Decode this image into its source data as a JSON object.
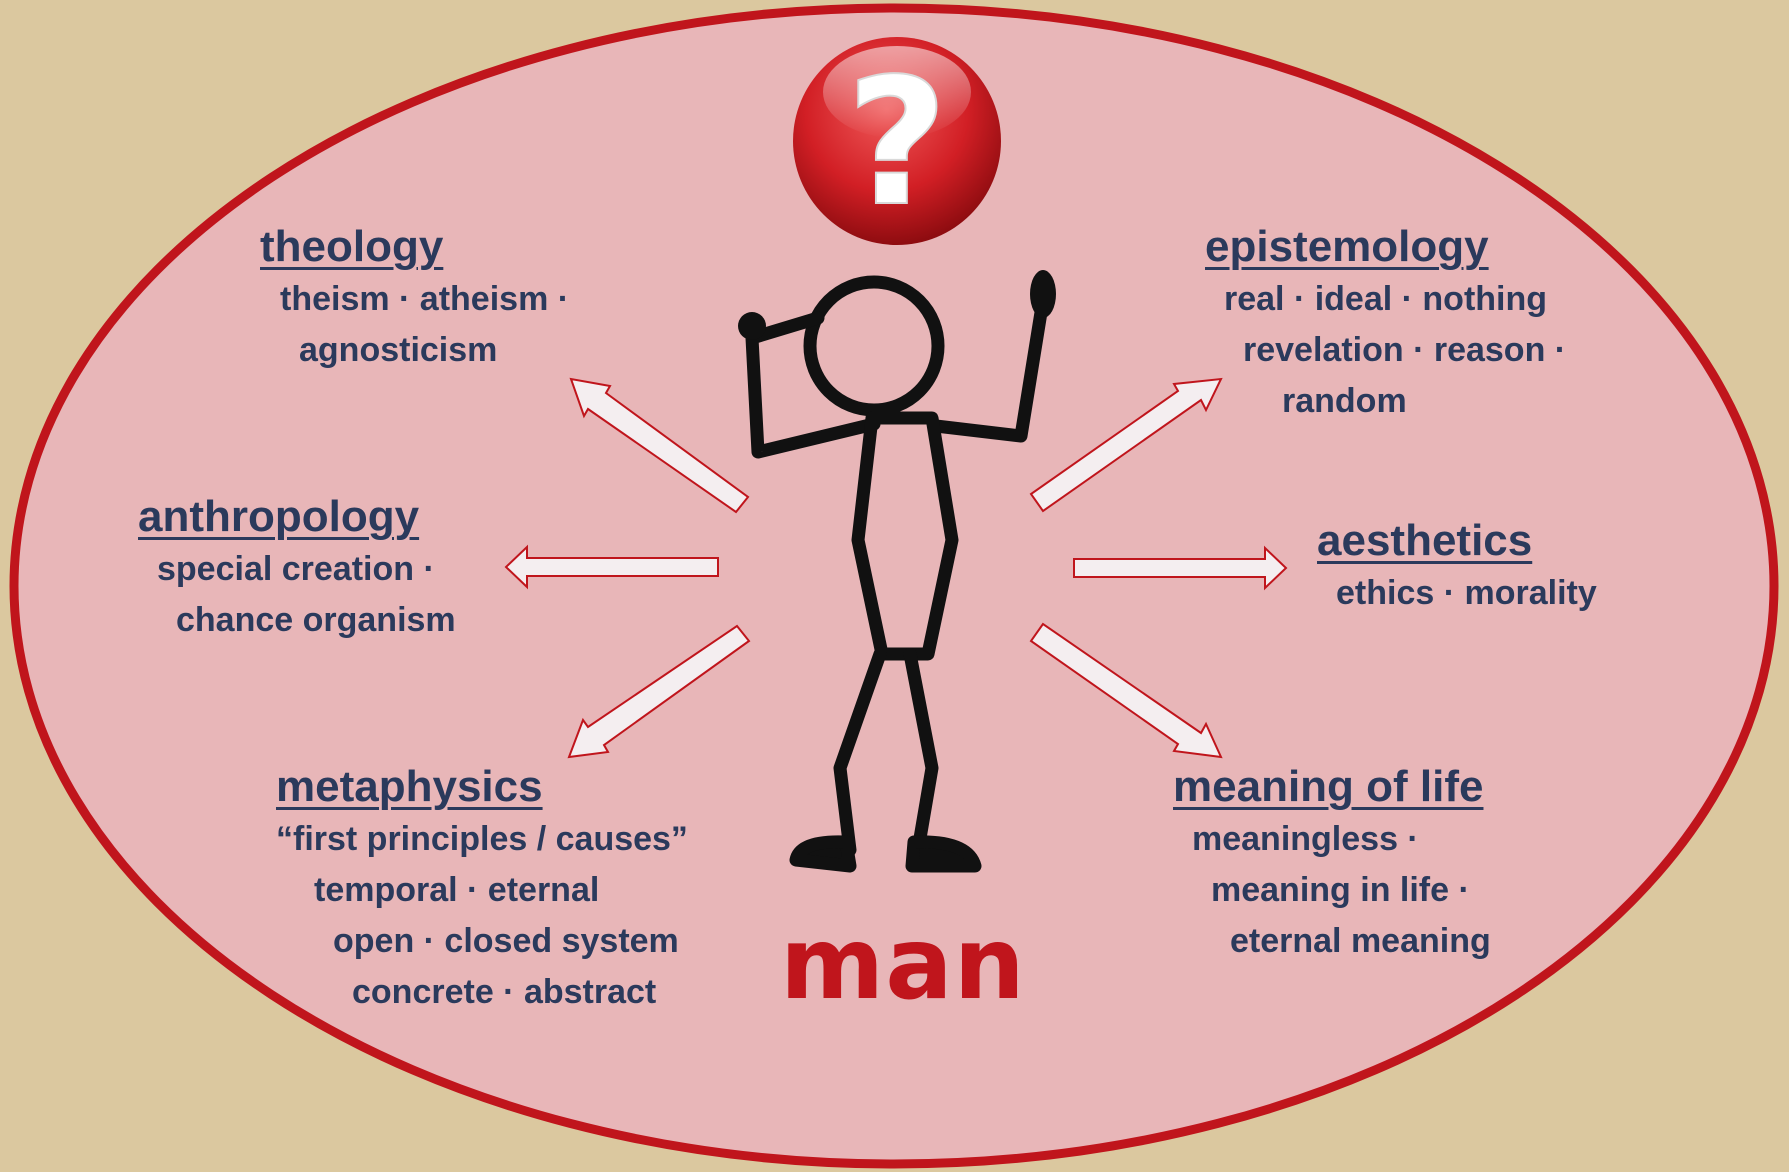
{
  "center": {
    "label": "man",
    "question_mark": "?"
  },
  "categories": {
    "theology": {
      "title": "theology",
      "lines": [
        "theism  ·  atheism  ·",
        "agnosticism"
      ]
    },
    "anthropology": {
      "title": "anthropology",
      "lines": [
        "special creation  ·",
        "chance organism"
      ]
    },
    "metaphysics": {
      "title": "metaphysics",
      "lines": [
        "“first principles / causes”",
        "temporal  ·  eternal",
        "open  ·  closed system",
        "concrete  ·  abstract"
      ]
    },
    "epistemology": {
      "title": "epistemology",
      "lines": [
        "real  ·  ideal  ·  nothing",
        "revelation · reason ·",
        "random"
      ]
    },
    "aesthetics": {
      "title": "aesthetics",
      "lines": [
        "ethics · morality"
      ]
    },
    "meaning_of_life": {
      "title": "meaning of life",
      "lines": [
        "meaningless  ·",
        "meaning in life ·",
        "eternal meaning"
      ]
    }
  },
  "colors": {
    "background": "#dbc89f",
    "ellipse_fill": "#e8b6b8",
    "ellipse_border": "#c0151c",
    "text": "#2b3a5c",
    "accent": "#c0151c"
  }
}
